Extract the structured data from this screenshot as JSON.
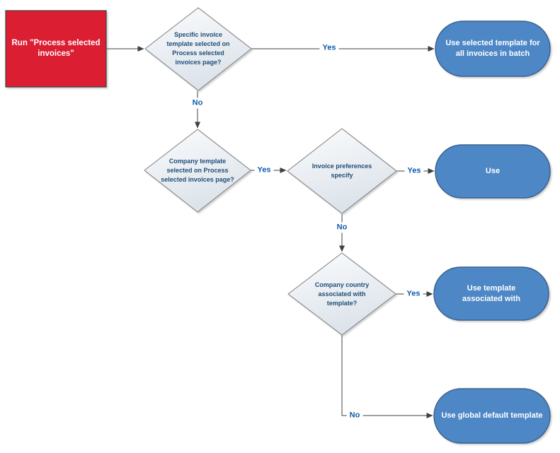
{
  "diagram": {
    "type": "flowchart",
    "background": "#ffffff",
    "colors": {
      "process_fill": "#dc1e32",
      "process_border": "#404040",
      "decision_fill_top": "#fbfcfd",
      "decision_fill_bottom": "#dce3ea",
      "decision_border": "#7f7f7f",
      "decision_text": "#1f4e79",
      "terminator_fill": "#4e87c6",
      "terminator_border": "#3a618c",
      "terminator_text": "#ffffff",
      "connector": "#404040",
      "edge_label_text": "#0f5da9"
    },
    "nodes": [
      {
        "id": "start",
        "type": "process",
        "label": "Run \"Process selected invoices\""
      },
      {
        "id": "decision-specific-template",
        "type": "decision",
        "label": "Specific invoice template selected on Process selected invoices page?"
      },
      {
        "id": "end-selected-template",
        "type": "terminator",
        "label": "Use selected template for all invoices in batch"
      },
      {
        "id": "decision-company-template",
        "type": "decision",
        "label": "Company template selected on Process selected invoices page?"
      },
      {
        "id": "decision-invoice-preferences",
        "type": "decision",
        "label": "Invoice preferences specify"
      },
      {
        "id": "end-use",
        "type": "terminator",
        "label": "Use"
      },
      {
        "id": "decision-company-country",
        "type": "decision",
        "label": "Company country associated with template?"
      },
      {
        "id": "end-template-associated",
        "type": "terminator",
        "label": "Use template associated with"
      },
      {
        "id": "end-global-default",
        "type": "terminator",
        "label": "Use global default template"
      }
    ],
    "edges": [
      {
        "from": "start",
        "to": "decision-specific-template",
        "label": ""
      },
      {
        "from": "decision-specific-template",
        "to": "end-selected-template",
        "label": "Yes"
      },
      {
        "from": "decision-specific-template",
        "to": "decision-company-template",
        "label": "No"
      },
      {
        "from": "decision-company-template",
        "to": "decision-invoice-preferences",
        "label": "Yes"
      },
      {
        "from": "decision-invoice-preferences",
        "to": "end-use",
        "label": "Yes"
      },
      {
        "from": "decision-invoice-preferences",
        "to": "decision-company-country",
        "label": "No"
      },
      {
        "from": "decision-company-country",
        "to": "end-template-associated",
        "label": "Yes"
      },
      {
        "from": "decision-company-country",
        "to": "end-global-default",
        "label": "No"
      }
    ]
  }
}
